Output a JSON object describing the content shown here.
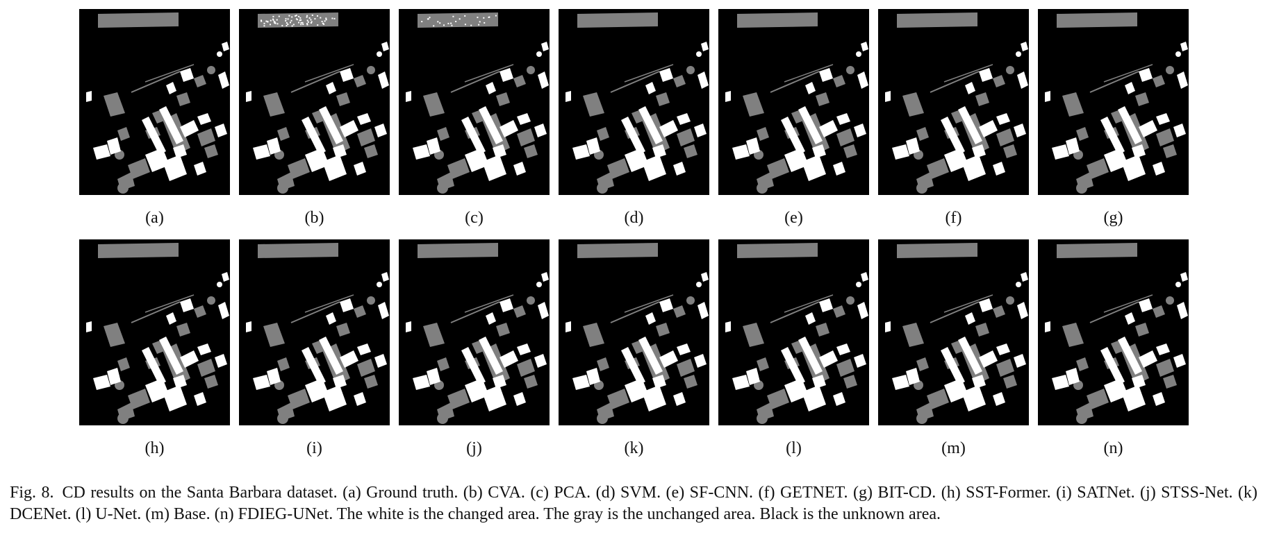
{
  "figure": {
    "panels": [
      {
        "label": "(a)"
      },
      {
        "label": "(b)"
      },
      {
        "label": "(c)"
      },
      {
        "label": "(d)"
      },
      {
        "label": "(e)"
      },
      {
        "label": "(f)"
      },
      {
        "label": "(g)"
      },
      {
        "label": "(h)"
      },
      {
        "label": "(i)"
      },
      {
        "label": "(j)"
      },
      {
        "label": "(k)"
      },
      {
        "label": "(l)"
      },
      {
        "label": "(m)"
      },
      {
        "label": "(n)"
      }
    ],
    "caption": {
      "fig_number": "Fig. 8.",
      "text": "CD results on the Santa Barbara dataset. (a) Ground truth. (b) CVA. (c) PCA. (d) SVM. (e) SF-CNN. (f) GETNET. (g) BIT-CD. (h) SST-Former. (i) SATNet. (j) STSS-Net. (k) DCENet. (l) U-Net. (m) Base. (n) FDIEG-UNet. The white is the changed area. The gray is the unchanged area. Black is the unknown area."
    }
  },
  "colors": {
    "unknown": "#000000",
    "changed": "#ffffff",
    "unchanged": "#808080"
  }
}
